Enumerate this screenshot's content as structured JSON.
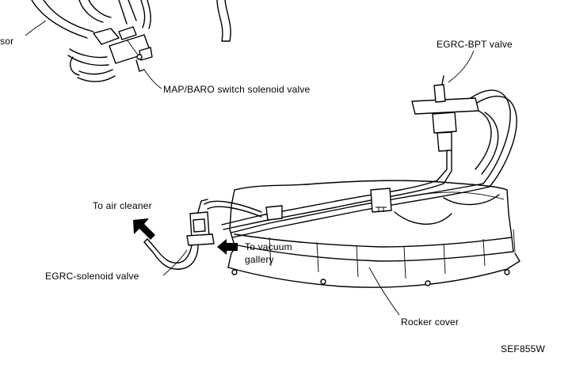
{
  "labels": {
    "sensor_fragment": "sor",
    "map_baro_valve": "MAP/BARO switch solenoid valve",
    "egrc_bpt_valve": "EGRC-BPT valve",
    "to_air_cleaner": "To air cleaner",
    "to_vacuum_line1": "To vacuum",
    "to_vacuum_line2": "gallery",
    "egrc_solenoid_valve": "EGRC-solenoid valve",
    "rocker_cover": "Rocker cover",
    "figure_code": "SEF855W"
  }
}
